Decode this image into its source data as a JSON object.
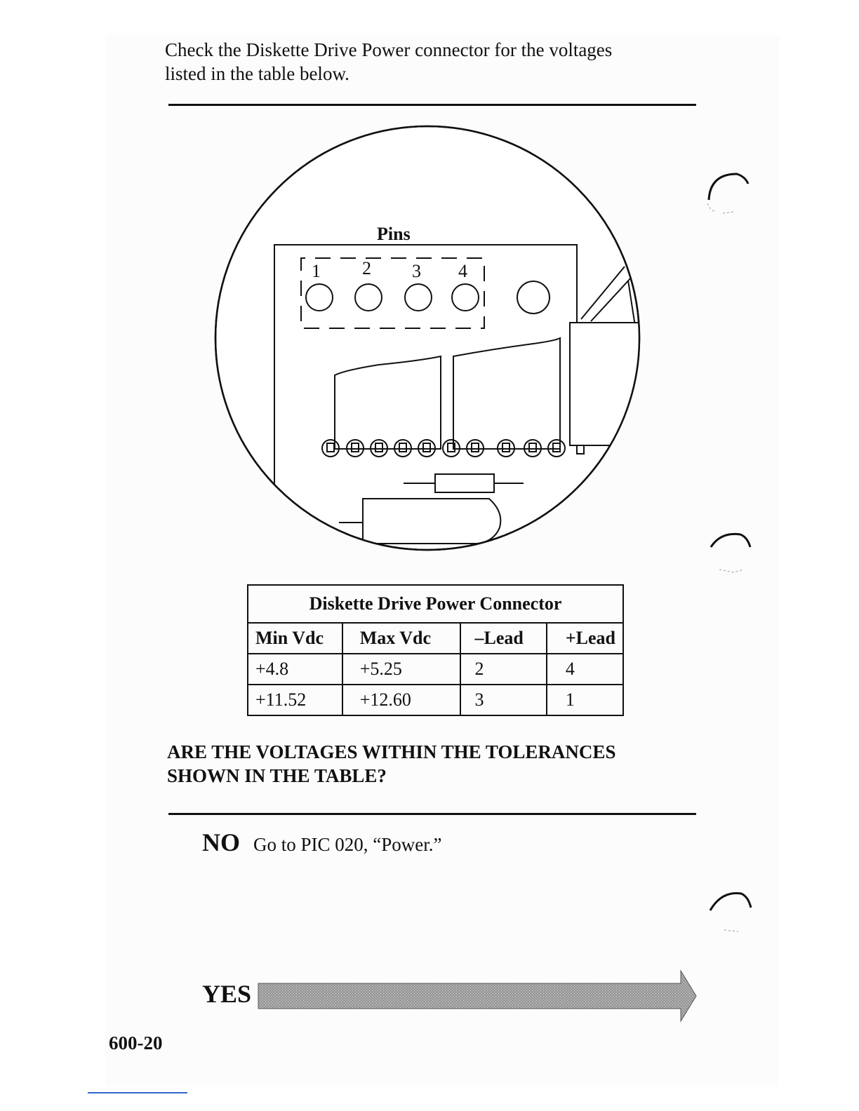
{
  "intro": {
    "line1": "Check the Diskette Drive Power connector for the voltages",
    "line2": "listed in the table below."
  },
  "diagram": {
    "pins_label": "Pins",
    "pin_numbers": [
      "1",
      "2",
      "3",
      "4"
    ]
  },
  "table": {
    "title": "Diskette Drive Power Connector",
    "headers": [
      "Min Vdc",
      "Max Vdc",
      "–Lead",
      "+Lead"
    ],
    "rows": [
      [
        "+4.8",
        "+5.25",
        "2",
        "4"
      ],
      [
        "+11.52",
        "+12.60",
        "3",
        "1"
      ]
    ]
  },
  "question": {
    "line1": "ARE THE VOLTAGES WITHIN THE TOLERANCES",
    "line2": "SHOWN IN THE TABLE?"
  },
  "no": {
    "label": "NO",
    "text": "Go to PIC 020, “Power.”"
  },
  "yes": {
    "label": "YES"
  },
  "page_number": "600-20"
}
